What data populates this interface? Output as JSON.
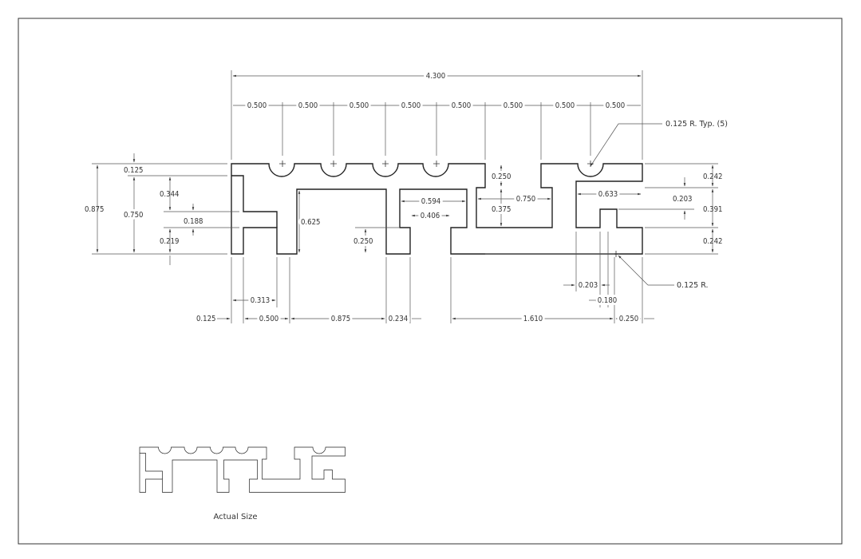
{
  "drawing": {
    "dim_top": {
      "overall": "4.300",
      "pitch": [
        "0.500",
        "0.500",
        "0.500",
        "0.500",
        "0.500",
        "0.500",
        "0.500",
        "0.500"
      ]
    },
    "dim_right": {
      "radius_typ": "0.125 R. Typ. (5)",
      "top_ledge": "0.242",
      "mid_gap": "0.391",
      "bottom_ledge": "0.242",
      "lip": "0.203",
      "channel_w": "0.633"
    },
    "dim_left": {
      "overall_h": "0.875",
      "body_h": "0.750",
      "top_lip": "0.125",
      "upper": "0.344",
      "tab": "0.188",
      "lower": "0.219"
    },
    "dim_inner": {
      "slot_depth": "0.625",
      "t_depth": "0.250",
      "t_outer": "0.594",
      "t_inner": "0.406",
      "channel_top": "0.250",
      "channel_w": "0.750",
      "channel_depth": "0.375"
    },
    "dim_bottom": {
      "edge": "0.125",
      "tab_w": "0.313",
      "left_w": "0.500",
      "slot_w": "0.875",
      "leg": "0.234",
      "right_span": "1.610",
      "right_edge": "0.250",
      "hook_w": "0.203",
      "hook_gap": "0.180",
      "radius": "0.125 R."
    },
    "caption": "Actual Size"
  }
}
